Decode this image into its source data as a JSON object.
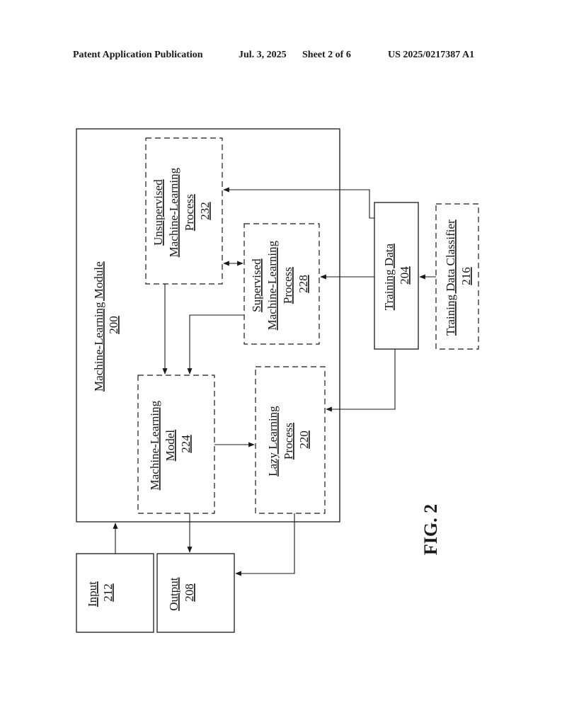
{
  "header": {
    "publication": "Patent Application Publication",
    "date": "Jul. 3, 2025",
    "sheet": "Sheet 2 of 6",
    "number": "US 2025/0217387 A1"
  },
  "diagram": {
    "module": {
      "title": "Machine-Learning Module",
      "ref": "200"
    },
    "unsupervised": {
      "line1": "Unsupervised",
      "line2": "Machine-Learning",
      "line3": "Process",
      "ref": "232"
    },
    "supervised": {
      "line1": "Supervised",
      "line2": "Machine-Learning",
      "line3": "Process",
      "ref": "228"
    },
    "model": {
      "line1": "Machine-Learning",
      "line2": "Model",
      "ref": "224"
    },
    "lazy": {
      "line1": "Lazy Learning",
      "line2": "Process",
      "ref": "220"
    },
    "training_data": {
      "label": "Training Data",
      "ref": "204"
    },
    "classifier": {
      "label": "Training Data Classifier",
      "ref": "216"
    },
    "input": {
      "label": "Input",
      "ref": "212"
    },
    "output": {
      "label": "Output",
      "ref": "208"
    },
    "figure_label": "FIG. 2"
  }
}
